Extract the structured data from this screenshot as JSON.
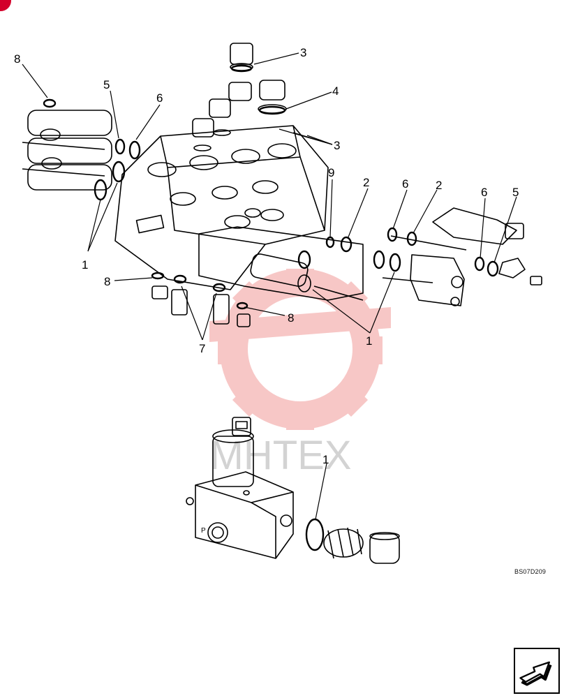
{
  "drawing": {
    "reference_code": "BS07D209",
    "watermark_text": "MHTEX",
    "port_label": "P",
    "callouts": [
      {
        "id": "c8a",
        "label": "8"
      },
      {
        "id": "c5a",
        "label": "5"
      },
      {
        "id": "c6a",
        "label": "6"
      },
      {
        "id": "c3a",
        "label": "3"
      },
      {
        "id": "c4",
        "label": "4"
      },
      {
        "id": "c3b",
        "label": "3"
      },
      {
        "id": "c9",
        "label": "9"
      },
      {
        "id": "c2a",
        "label": "2"
      },
      {
        "id": "c6b",
        "label": "6"
      },
      {
        "id": "c2b",
        "label": "2"
      },
      {
        "id": "c6c",
        "label": "6"
      },
      {
        "id": "c5b",
        "label": "5"
      },
      {
        "id": "c1a",
        "label": "1"
      },
      {
        "id": "c8b",
        "label": "8"
      },
      {
        "id": "c7",
        "label": "7"
      },
      {
        "id": "c8c",
        "label": "8"
      },
      {
        "id": "c1b",
        "label": "1"
      },
      {
        "id": "c1c",
        "label": "1"
      }
    ]
  },
  "colors": {
    "line": "#000000",
    "watermark": "#e53935",
    "badge": "#d3002a"
  },
  "nav": {
    "icon": "next-page-arrow-icon"
  }
}
